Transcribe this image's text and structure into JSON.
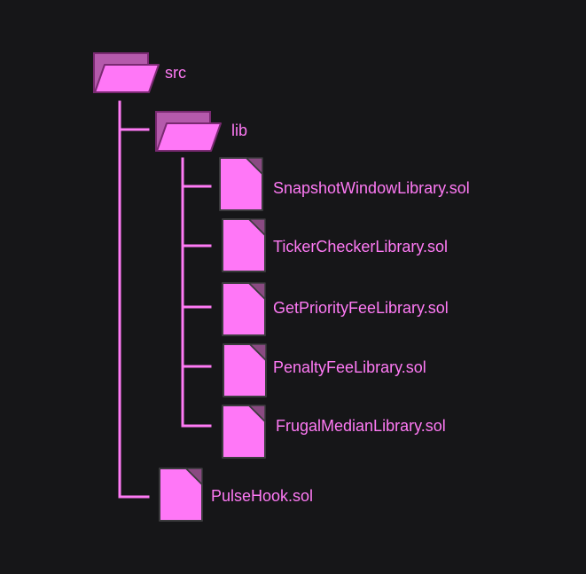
{
  "colors": {
    "background": "#161618",
    "icon_fill": "#ff77f7",
    "icon_back": "#b55aac",
    "icon_outline": "#7a2a72",
    "fold": "#8a4a82",
    "connector": "#ff7af5",
    "label": "#ff7af5"
  },
  "tree": {
    "root": {
      "label": "src",
      "icon": "folder-open-icon"
    },
    "lib": {
      "label": "lib",
      "icon": "folder-open-icon"
    },
    "lib_files": [
      {
        "label": "SnapshotWindowLibrary.sol",
        "icon": "file-icon"
      },
      {
        "label": "TickerCheckerLibrary.sol",
        "icon": "file-icon"
      },
      {
        "label": "GetPriorityFeeLibrary.sol",
        "icon": "file-icon"
      },
      {
        "label": "PenaltyFeeLibrary.sol",
        "icon": "file-icon"
      },
      {
        "label": "FrugalMedianLibrary.sol",
        "icon": "file-icon"
      }
    ],
    "root_files": [
      {
        "label": "PulseHook.sol",
        "icon": "file-icon"
      }
    ]
  }
}
